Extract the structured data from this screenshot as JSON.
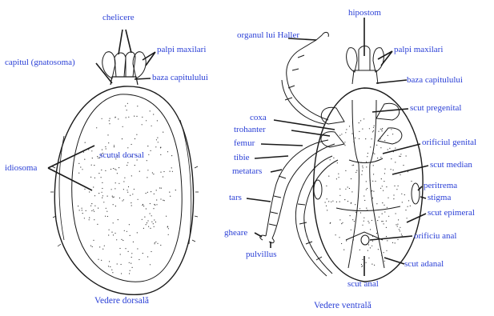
{
  "dorsal": {
    "caption": "Vedere dorsală",
    "labels": {
      "chelicere": "chelicere",
      "palpi": "palpi maxilari",
      "capitul": "capitul (gnatosoma)",
      "baza": "baza capitulului",
      "scutul": "scutul dorsal",
      "idiosoma": "idiosoma"
    }
  },
  "ventral": {
    "caption": "Vedere ventrală",
    "labels": {
      "hipostom": "hipostom",
      "haller": "organul lui Haller",
      "palpi": "palpi maxilari",
      "baza": "baza capitulului",
      "pregenital": "scut pregenital",
      "coxa": "coxa",
      "trohanter": "trohanter",
      "femur": "femur",
      "genital": "orificiul genital",
      "tibie": "tibie",
      "metatars": "metatars",
      "median": "scut median",
      "peritrema": "peritrema",
      "stigma": "stigma",
      "tars": "tars",
      "epimeral": "scut epimeral",
      "gheare": "gheare",
      "anal_orif": "orificiu anal",
      "pulvillus": "pulvillus",
      "adanal": "scut adanal",
      "anal": "scut anal"
    }
  }
}
